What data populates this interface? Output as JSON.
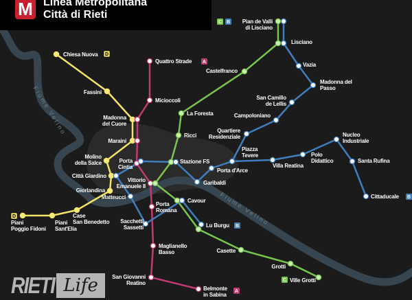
{
  "header": {
    "logo": "M",
    "title_line1": "Linea Metropolitana",
    "title_line2": "Città di Rieti"
  },
  "river": {
    "name": "Fiume Velino"
  },
  "lines": {
    "A": {
      "label": "A",
      "color": "#c23a72"
    },
    "B": {
      "label": "B",
      "color": "#3f7fbf"
    },
    "C": {
      "label": "C",
      "color": "#7ac74f"
    },
    "D": {
      "label": "D",
      "color": "#f3e463"
    }
  },
  "stations": {
    "chiesa_nuova": "Chiesa Nuova",
    "quattro_strade": "Quattro Strade",
    "fassini": "Fassini",
    "micioccoli": "Micioccoli",
    "madonna_cuore": [
      "Madonna",
      "del Cuore"
    ],
    "la_foresta": "La Foresta",
    "castelfranco": "Castelfranco",
    "ricci": "Ricci",
    "maraini": "Maraini",
    "molino": [
      "Molino",
      "della Salce"
    ],
    "porta_cintia": [
      "Porta",
      "Cintia"
    ],
    "stazione_fs": "Stazione FS",
    "citta_giardino": "Città Giardino",
    "vittorio": [
      "Vittorio",
      "Emanuele II"
    ],
    "giorlandina": "Giorlandina",
    "matteucci": "Matteucci",
    "garibaldi": "Garibaldi",
    "porta_arce": "Porta d'Arce",
    "case_sb": [
      "Case",
      "San Benedetto"
    ],
    "piani_pf": [
      "Piani",
      "Poggio Fidoni"
    ],
    "piani_se": [
      "Piani",
      "Sant'Elia"
    ],
    "porta_romana": [
      "Porta",
      "Romana"
    ],
    "cavour": "Cavour",
    "sacchetti": [
      "Sacchetti",
      "Sassetti"
    ],
    "lu_burgu": "Lu Burgu",
    "maglianello": [
      "Maglianello",
      "Basso"
    ],
    "san_giovanni": [
      "San Giovanni",
      "Reatino"
    ],
    "belmonte": [
      "Belmonte",
      "in Sabina"
    ],
    "casette": "Casette",
    "grotti": "Grotti",
    "ville_grotti": "Ville Grotti",
    "pian_valli": [
      "Pian de Valli",
      "di Lisciano"
    ],
    "lisciano": "Lisciano",
    "vazia": "Vazia",
    "madonna_passo": [
      "Madonna del",
      "Passo"
    ],
    "san_camillo": [
      "San Camillo",
      "de Lellis"
    ],
    "campoloniano": "Campoloniano",
    "quartiere": [
      "Quartiere",
      "Residenziale"
    ],
    "piazza_tevere": [
      "Piazza",
      "Tevere"
    ],
    "villa_reatina": "Villa Reatina",
    "polo": [
      "Polo",
      "Didattico"
    ],
    "nucleo": [
      "Nucleo",
      "Industriale"
    ],
    "santa_rufina": "Santa Rufina",
    "cittaducale": "Cittaducale"
  },
  "watermark": {
    "part1": "RIETI",
    "part2": "Life"
  }
}
